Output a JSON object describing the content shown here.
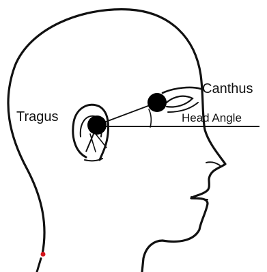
{
  "labels": {
    "canthus": "Canthus",
    "tragus": "Tragus",
    "head_angle": "Head Angle"
  },
  "points": [
    {
      "name": "tragus-point"
    },
    {
      "name": "canthus-point"
    }
  ],
  "colors": {
    "outline": "#111111",
    "point": "#000000",
    "marker": "#d4141c",
    "background": "#ffffff"
  }
}
